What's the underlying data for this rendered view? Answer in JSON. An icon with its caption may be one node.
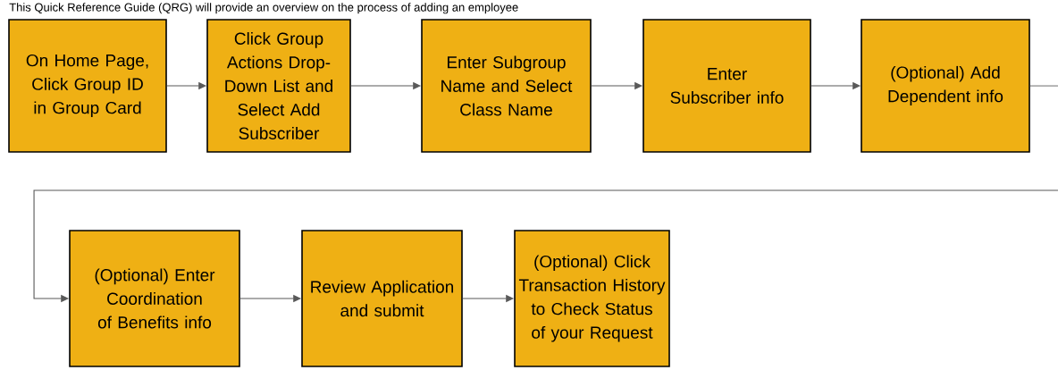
{
  "diagram": {
    "nodes": [
      {
        "text": [
          "On Home Page, Click Group ID in Group Card"
        ]
      },
      {
        "text": [
          "Click Group Actions Drop-Down List and Select Add Subscriber"
        ]
      },
      {
        "text": [
          "Enter Subgroup Name and Select Class Name"
        ]
      },
      {
        "text": [
          "Enter Subscriber info"
        ]
      },
      {
        "text": [
          "(Optional) Add Dependent info"
        ]
      },
      {
        "text": [
          "(Optional) Enter Coordination of Benefits info"
        ]
      },
      {
        "text": [
          "Review Application and submit"
        ]
      },
      {
        "text": [
          "(Optional) Click Transaction History to Check Status of your Request"
        ]
      }
    ],
    "edges": [
      {
        "from": 0,
        "to": 1,
        "arrow": "to"
      },
      {
        "from": 1,
        "to": 2,
        "arrow": "to"
      },
      {
        "from": 2,
        "to": 3,
        "arrow": "to"
      },
      {
        "from": 3,
        "to": 4,
        "arrow": "to"
      },
      {
        "from": 4,
        "to": 5,
        "arrow": "to"
      },
      {
        "from": 5,
        "to": 6,
        "arrow": "to"
      },
      {
        "from": 6,
        "to": 7,
        "arrow": "to"
      }
    ],
    "labels": [
      "This Quick Reference Guide (QRG) will provide an overview on the process of adding an employee"
    ]
  }
}
